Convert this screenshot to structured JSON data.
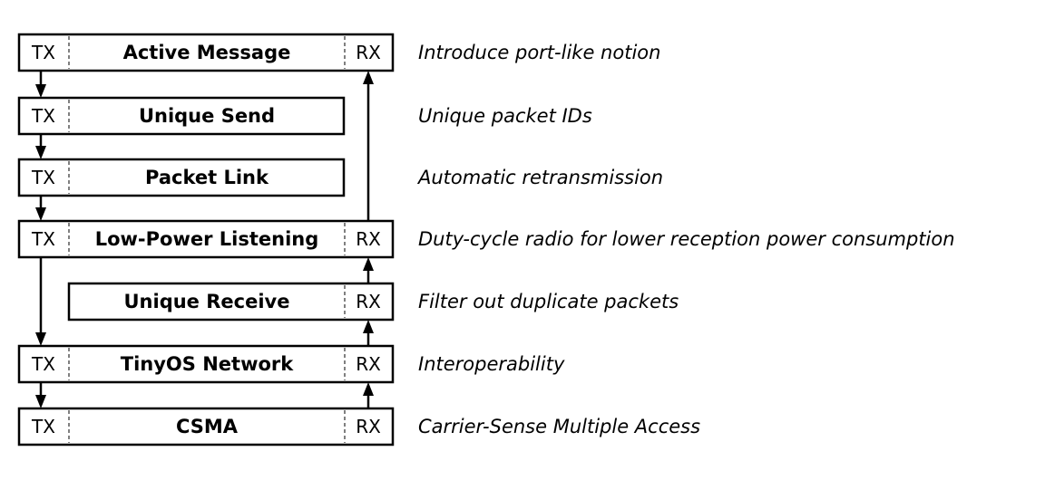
{
  "layers": [
    {
      "name": "Active Message",
      "tx": "TX",
      "rx": "RX",
      "note": "Introduce port-like notion"
    },
    {
      "name": "Unique Send",
      "tx": "TX",
      "rx": "",
      "note": "Unique packet IDs"
    },
    {
      "name": "Packet Link",
      "tx": "TX",
      "rx": "",
      "note": "Automatic retransmission"
    },
    {
      "name": "Low-Power Listening",
      "tx": "TX",
      "rx": "RX",
      "note": "Duty-cycle radio for lower reception power consumption"
    },
    {
      "name": "Unique Receive",
      "tx": "",
      "rx": "RX",
      "note": "Filter out duplicate packets"
    },
    {
      "name": "TinyOS Network",
      "tx": "TX",
      "rx": "RX",
      "note": "Interoperability"
    },
    {
      "name": "CSMA",
      "tx": "TX",
      "rx": "RX",
      "note": "Carrier-Sense Multiple Access"
    }
  ]
}
